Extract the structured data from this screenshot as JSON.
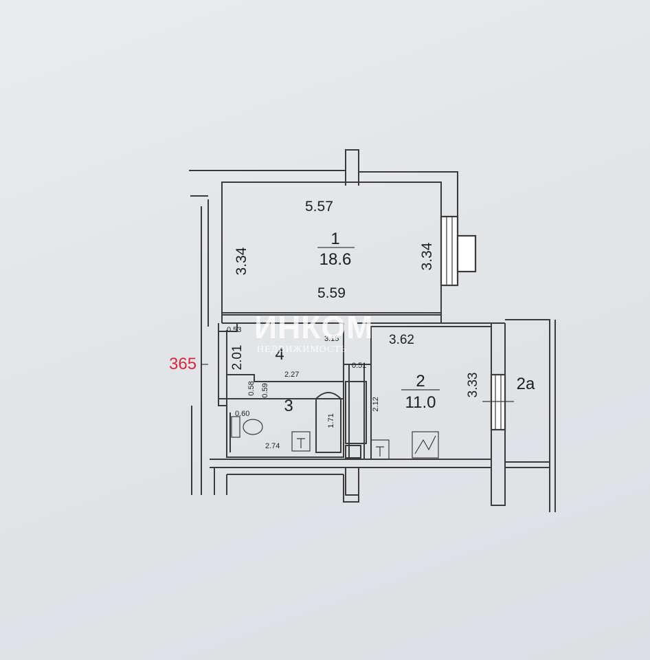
{
  "plan": {
    "marker": "365",
    "watermark": {
      "logo": "ИНКОМ",
      "tagline": "НЕДВИЖИМОСТЬ"
    },
    "rooms": [
      {
        "id": "room-1",
        "number": "1",
        "area": "18.6"
      },
      {
        "id": "room-2",
        "number": "2",
        "area": "11.0"
      },
      {
        "id": "room-3",
        "number": "3"
      },
      {
        "id": "room-4",
        "number": "4"
      },
      {
        "id": "balcony",
        "number": "2a"
      }
    ],
    "dimensions": {
      "room1_top": "5.57",
      "room1_bottom": "5.59",
      "room1_left": "3.34",
      "room1_right": "3.34",
      "room2_top": "3.62",
      "room2_right": "3.33",
      "room2_left": "2.12",
      "hall_left": "2.01",
      "hall_top": "3.15",
      "hall_corner": "0.53",
      "hall_step": "0.51",
      "bath_top": "2.27",
      "bath_side_a": "0.58",
      "bath_side_b": "0.59",
      "bath_bottom": "2.74",
      "toilet_width": "0.60",
      "tub_length": "1.71"
    }
  }
}
